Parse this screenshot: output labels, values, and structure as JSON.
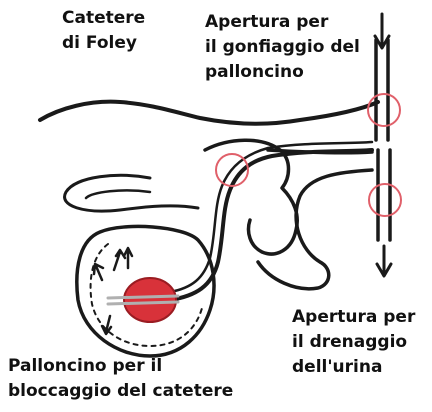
{
  "labels": {
    "catheter": {
      "line1": "Catetere",
      "line2": "di Foley"
    },
    "inflation_port": {
      "line1": "Apertura per",
      "line2": "il gonfiaggio del",
      "line3": "palloncino"
    },
    "drainage_port": {
      "line1": "Apertura per",
      "line2": "il drenaggio",
      "line3": "dell'urina"
    },
    "balloon": {
      "line1": "Palloncino per il",
      "line2": "bloccaggio del catetere"
    }
  },
  "colors": {
    "outline": "#1a1a1a",
    "highlight_circle": "#e0606a",
    "balloon_fill": "#d8323a",
    "balloon_stripe": "#b0b0b0"
  },
  "icons": {
    "flow_arrow_top": "arrow-down-icon",
    "flow_arrow_bottom": "arrow-down-icon"
  }
}
